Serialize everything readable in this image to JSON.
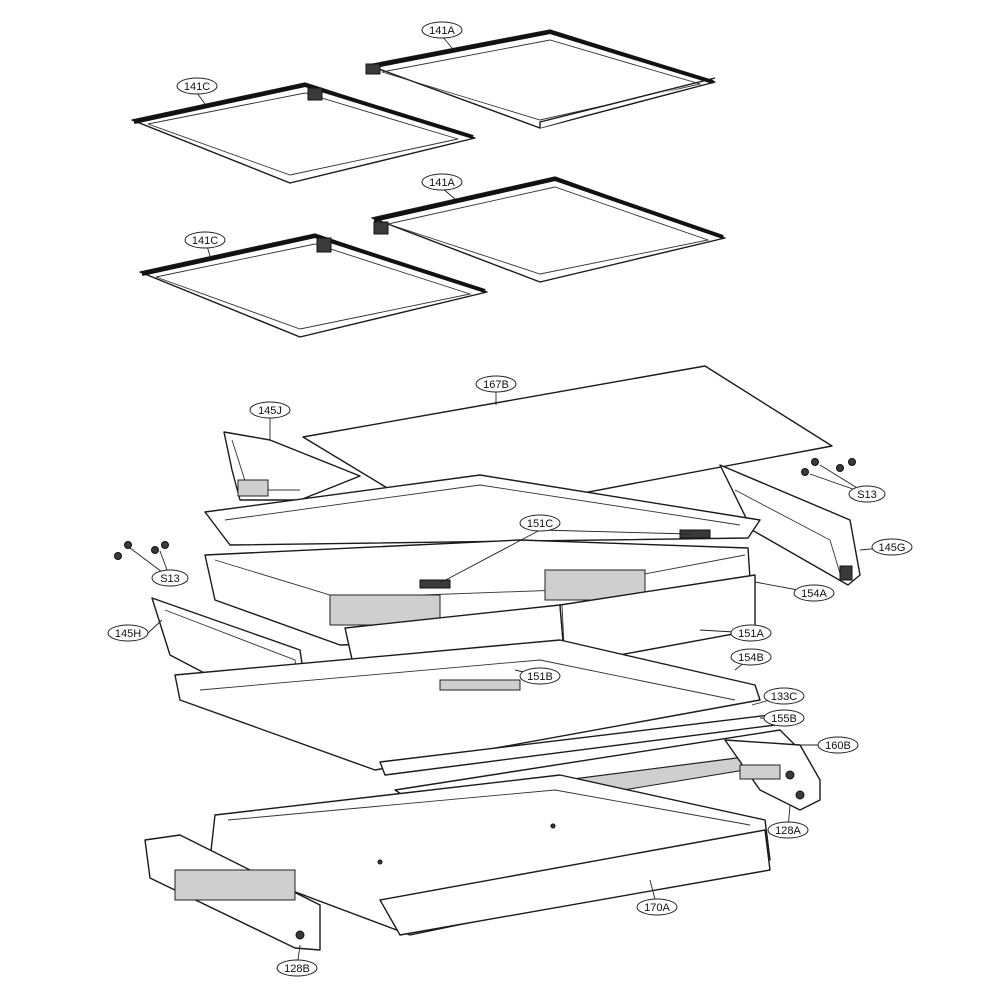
{
  "callouts": {
    "c141a_top": "141A",
    "c141c_top": "141C",
    "c141a_mid": "141A",
    "c141c_mid": "141C",
    "c167b": "167B",
    "c145j": "145J",
    "c151c": "151C",
    "cs13_right": "S13",
    "cs13_left": "S13",
    "c145g": "145G",
    "c154a": "154A",
    "c145h": "145H",
    "c151a": "151A",
    "c154b": "154B",
    "c151b": "151B",
    "c133c": "133C",
    "c155b": "155B",
    "c160b": "160B",
    "c128a": "128A",
    "c170a": "170A",
    "c128b": "128B"
  }
}
